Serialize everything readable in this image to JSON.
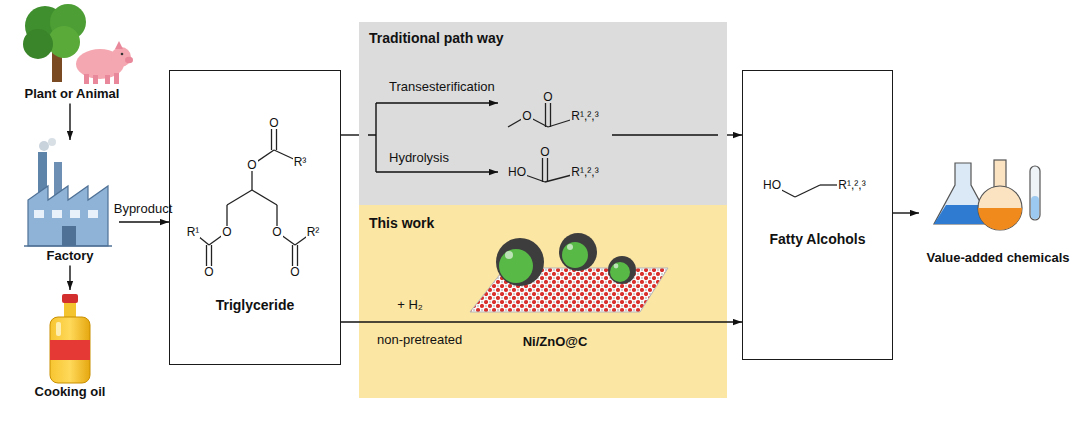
{
  "diagram": {
    "nodes": [
      {
        "text": [
          "Plant or Animal"
        ]
      },
      {
        "text": [
          "Factory"
        ]
      },
      {
        "text": [
          "Cooking oil"
        ]
      },
      {
        "text": [
          "Triglyceride"
        ]
      },
      {
        "text": [
          "Traditional path way"
        ]
      },
      {
        "text": [
          "This work"
        ]
      },
      {
        "text": [
          "Fatty Alcohols"
        ]
      },
      {
        "text": [
          "Value-added chemicals"
        ]
      }
    ],
    "edges": [
      {
        "from": 0,
        "to": 1,
        "arrow": "to"
      },
      {
        "from": 1,
        "to": 2,
        "arrow": "to"
      },
      {
        "from": 1,
        "to": 3,
        "label": "Byproduct",
        "arrow": "to"
      },
      {
        "from": 3,
        "to": 4,
        "arrow": "none"
      },
      {
        "from": 4,
        "to": 6,
        "arrow": "to"
      },
      {
        "from": 3,
        "to": 6,
        "label": "+ H₂",
        "arrow": "to"
      },
      {
        "from": 6,
        "to": 7,
        "arrow": "to"
      }
    ],
    "labels": [
      "O",
      "O",
      "R³",
      "O",
      "O",
      "R¹",
      "O",
      "O",
      "R²",
      "Transesterification",
      "O",
      "O",
      "R¹,²,³",
      "Hydrolysis",
      "O",
      "HO",
      "R¹,²,³",
      "non-pretreated",
      "Ni/ZnO@C",
      "HO",
      "R¹,²,³"
    ]
  }
}
